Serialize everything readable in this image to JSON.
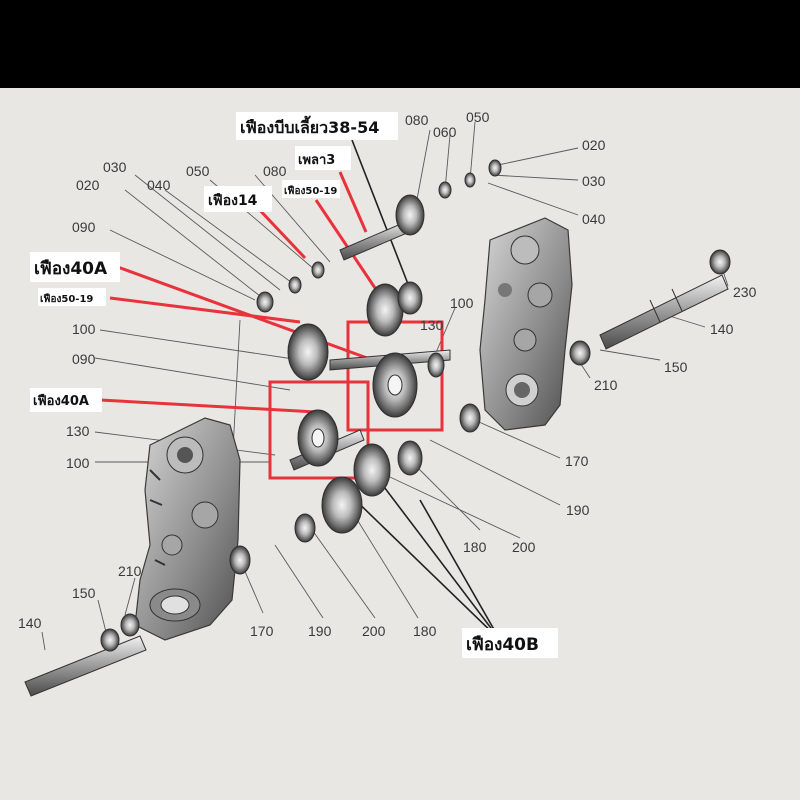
{
  "diagram": {
    "callouts": {
      "gear_38_54": "เฟืองบีบเลี้ยว38-54",
      "shaft3": "เพลา3",
      "gear14": "เฟือง14",
      "gear50_19_top": "เฟือง50-19",
      "gear40a_top": "เฟือง40A",
      "gear50_19_left": "เฟือง50-19",
      "gear40a_mid": "เฟือง40A",
      "gear40b": "เฟือง40B"
    },
    "part_numbers": {
      "p080_top": "080",
      "p060": "060",
      "p050_top": "050",
      "p020_right": "020",
      "p030_right": "030",
      "p040_right": "040",
      "p030_left": "030",
      "p020_left": "020",
      "p040_left": "040",
      "p050_left": "050",
      "p080_left": "080",
      "p090_top": "090",
      "p100_right": "100",
      "p130_right": "130",
      "p230": "230",
      "p140_right": "140",
      "p150_right": "150",
      "p210_right": "210",
      "p100_left": "100",
      "p090_mid": "090",
      "p130_left": "130",
      "p100_low": "100",
      "p170_right": "170",
      "p190_right": "190",
      "p180_right": "180",
      "p200_right": "200",
      "p210_left": "210",
      "p150_left": "150",
      "p140_left": "140",
      "p170_bottom": "170",
      "p190_bottom": "190",
      "p200_bottom": "200",
      "p180_bottom": "180"
    },
    "colors": {
      "highlight": "#e8323c",
      "paper": "#e9e7e3",
      "ink": "#3a3a3a",
      "frame": "#000000"
    }
  }
}
